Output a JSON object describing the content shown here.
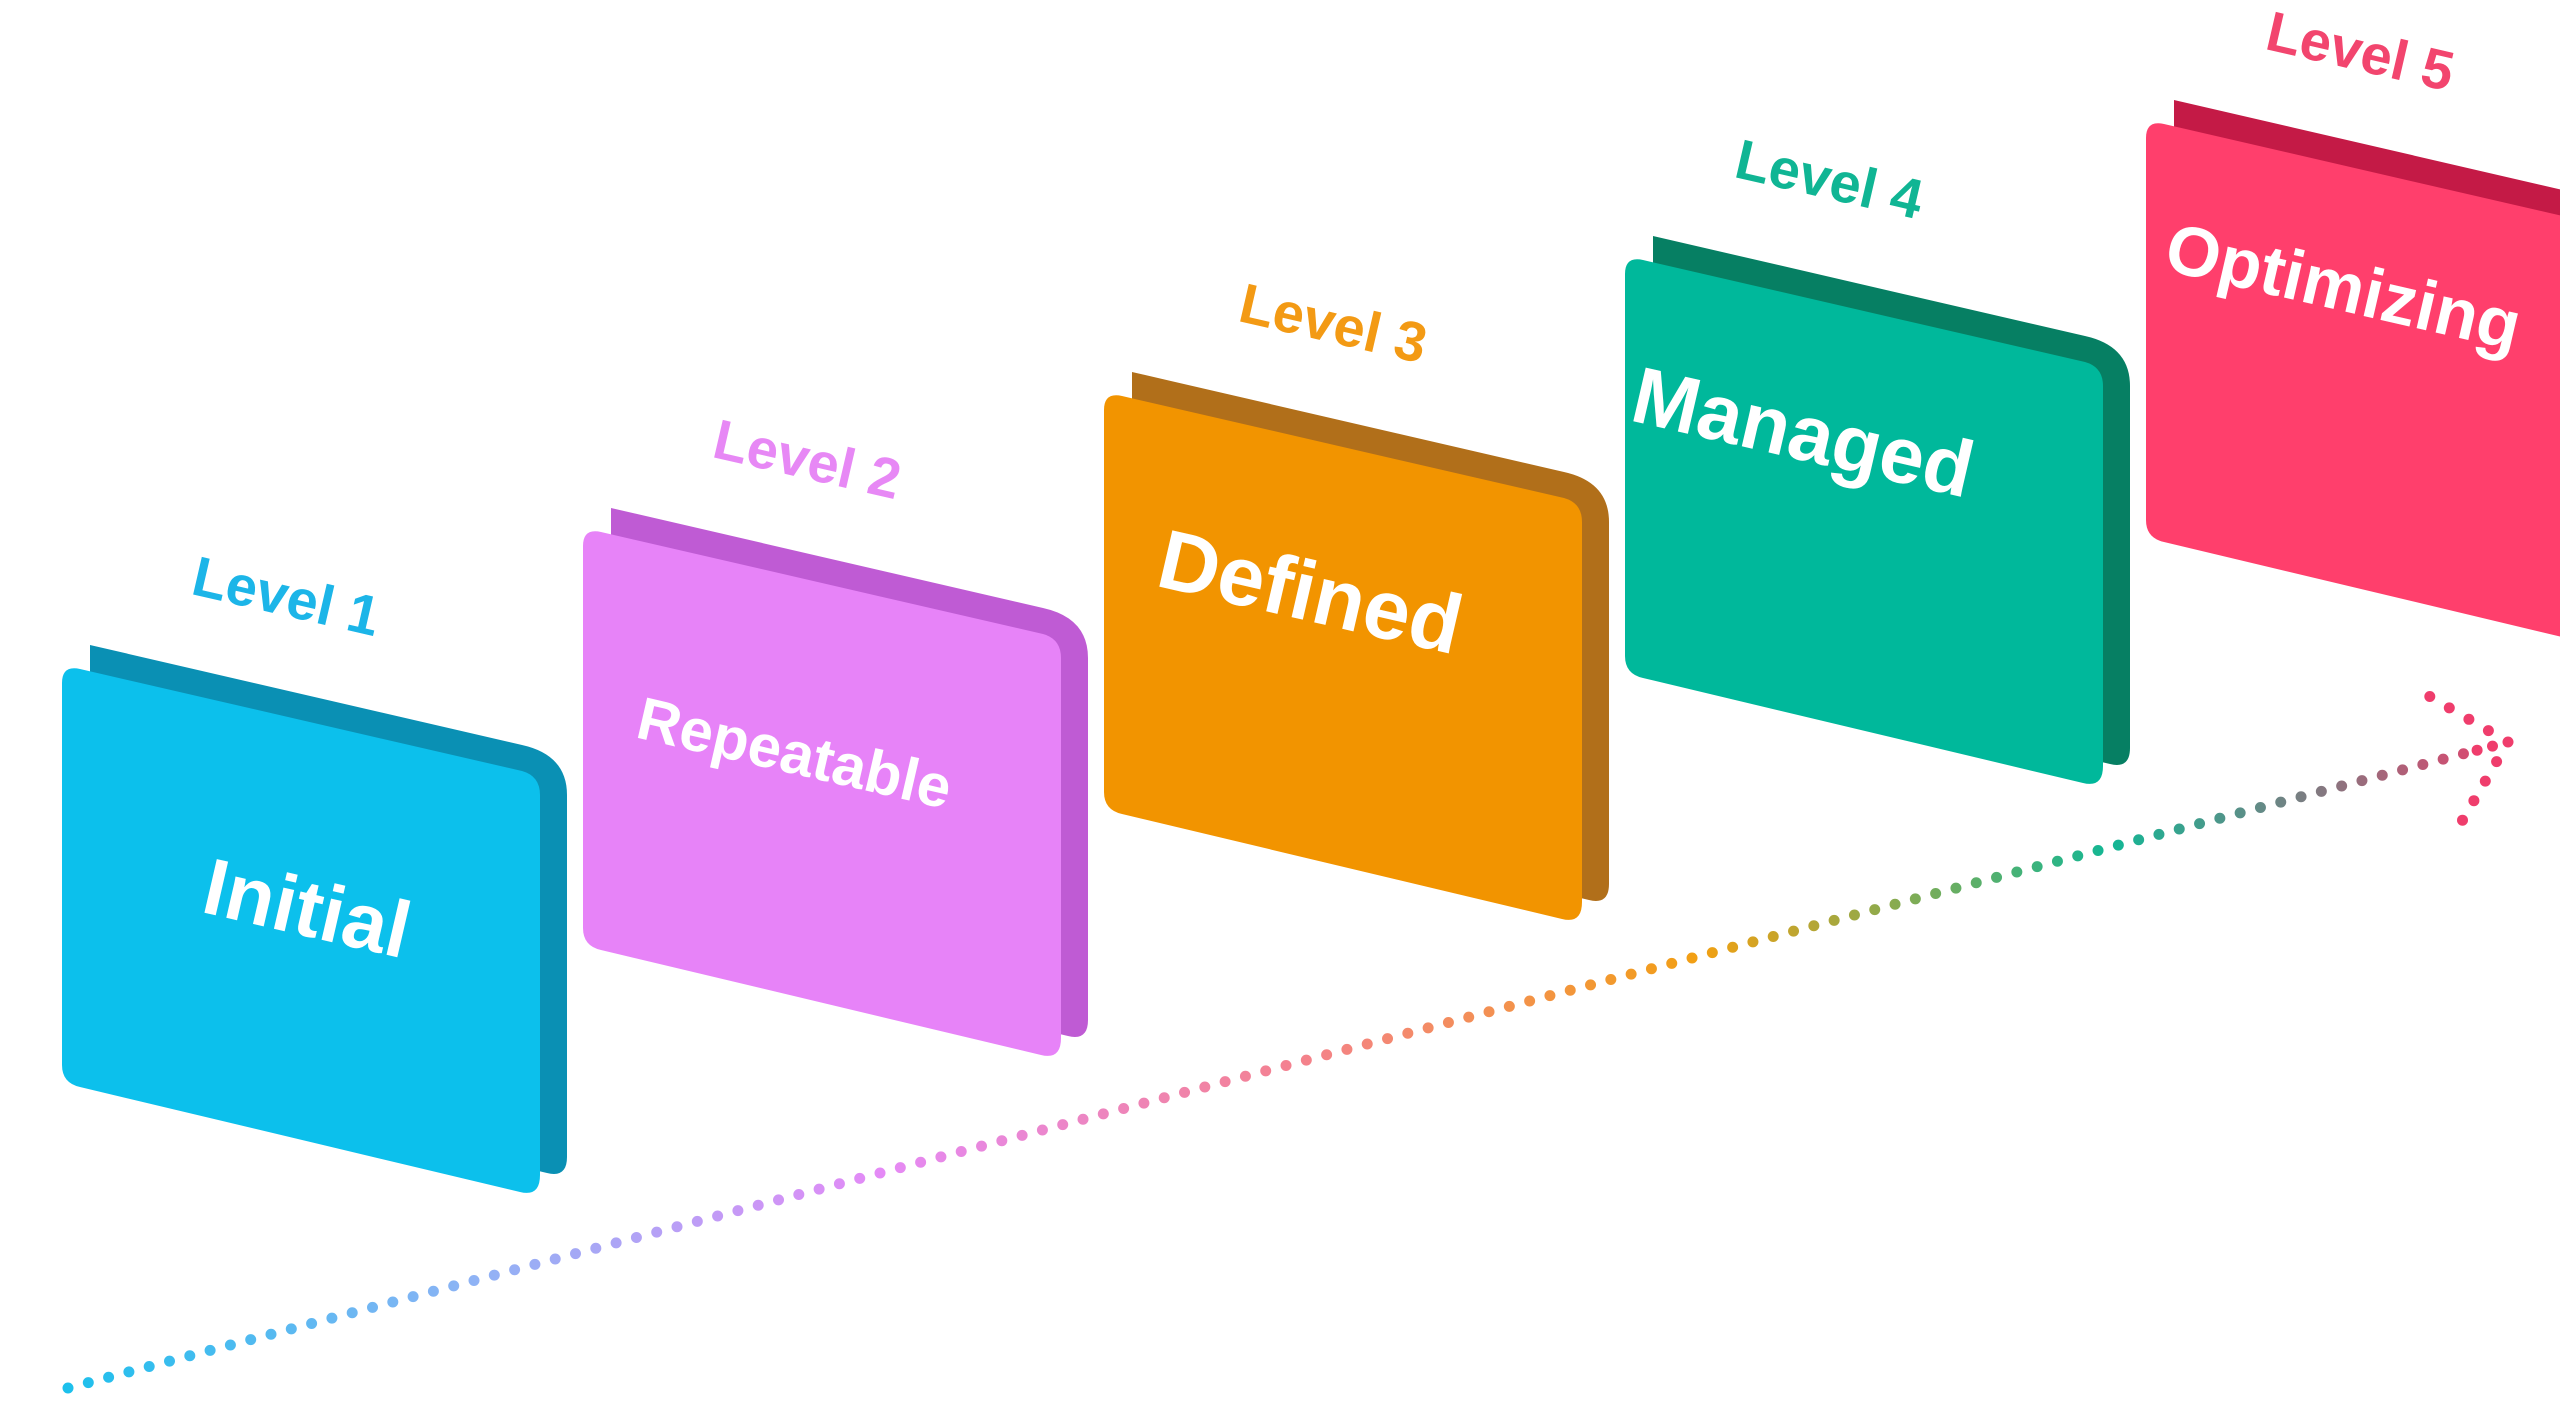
{
  "levels": [
    {
      "level_label": "Level 1",
      "name": "Initial",
      "label_color": "#1cb5e8",
      "face_color": "#0cc0ec",
      "back_color": "#0a90b4"
    },
    {
      "level_label": "Level 2",
      "name": "Repeatable",
      "label_color": "#e788f5",
      "face_color": "#e783f8",
      "back_color": "#bf5bd4"
    },
    {
      "level_label": "Level 3",
      "name": "Defined",
      "label_color": "#f39a14",
      "face_color": "#f29400",
      "back_color": "#b16f1a"
    },
    {
      "level_label": "Level 4",
      "name": "Managed",
      "label_color": "#10b594",
      "face_color": "#00b89b",
      "back_color": "#067f63"
    },
    {
      "level_label": "Level 5",
      "name": "Optimizing",
      "label_color": "#f2456e",
      "face_color": "#ff3f6c",
      "back_color": "#c41a46"
    }
  ],
  "arrow_gradient": [
    "#1cc0ec",
    "#8fb3f5",
    "#e58af6",
    "#f4818f",
    "#f2a012",
    "#12b795",
    "#ef3d6c"
  ],
  "arrow_head_icon": "arrow-head-icon"
}
